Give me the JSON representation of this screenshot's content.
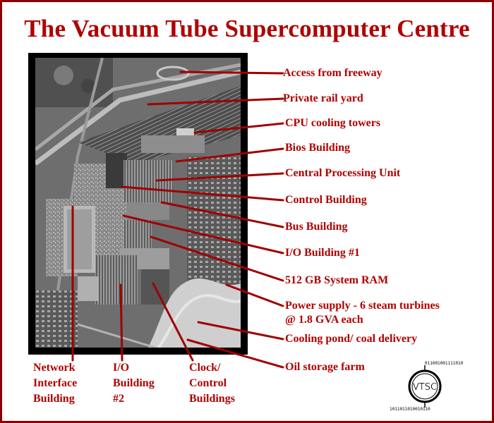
{
  "title": "The Vacuum Tube Supercomputer Centre",
  "labels": {
    "access_freeway": "Access from freeway",
    "rail_yard": "Private rail yard",
    "cooling_towers": "CPU cooling towers",
    "bios_building": "Bios Building",
    "cpu": "Central Processing Unit",
    "control_building": "Control Building",
    "bus_building": "Bus Building",
    "io_building_1": "I/O Building #1",
    "system_ram": "512 GB System RAM",
    "power_supply_line1": "Power supply - 6 steam turbines",
    "power_supply_line2": "@ 1.8 GVA each",
    "cooling_pond": "Cooling pond/ coal delivery",
    "oil_storage": "Oil storage farm",
    "network_interface": "Network\nInterface\nBuilding",
    "io_building_2": "I/O\nBuilding\n#2",
    "clock_control": "Clock/\nControl\nBuildings"
  },
  "logo": {
    "text": "VTSC",
    "binary_top": "011001001111010",
    "binary_bottom": "1011011010010110"
  },
  "colors": {
    "accent": "#b00000",
    "border": "#8b0000",
    "leader": "#a00000"
  }
}
